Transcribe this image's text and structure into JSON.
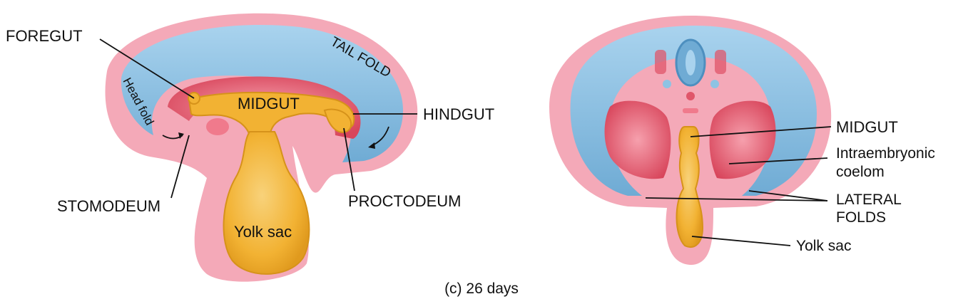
{
  "diagram": {
    "caption": "(c) 26 days",
    "sagittal": {
      "labels": {
        "foregut": "FOREGUT",
        "tail_fold": "TAIL FOLD",
        "head_fold": "Head fold",
        "midgut": "MIDGUT",
        "hindgut": "HINDGUT",
        "stomodeum": "STOMODEUM",
        "proctodeum": "PROCTODEUM",
        "yolk_sac": "Yolk sac"
      }
    },
    "cross_section": {
      "labels": {
        "midgut": "MIDGUT",
        "coelom_line1": "Intraembryonic",
        "coelom_line2": "coelom",
        "lateral_line1": "LATERAL",
        "lateral_line2": "FOLDS",
        "yolk_sac": "Yolk sac"
      }
    },
    "colors": {
      "ectoderm_pink": "#f4a9b8",
      "amnion_blue": "#8ec3e3",
      "endoderm_yellow": "#f2b233",
      "mesoderm_red": "#e0566a"
    }
  }
}
